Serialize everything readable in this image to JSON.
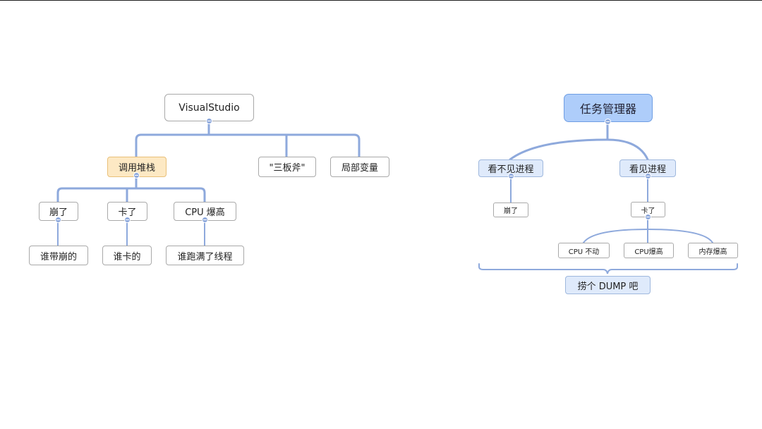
{
  "left_map": {
    "root": "VisualStudio",
    "call_stack": "调用堆栈",
    "three_axes": "\"三板斧\"",
    "local_vars": "局部变量",
    "crash": "崩了",
    "freeze": "卡了",
    "cpu_high": "CPU 爆高",
    "who_crashed": "谁带崩的",
    "who_froze": "谁卡的",
    "who_threads": "谁跑满了线程"
  },
  "right_map": {
    "root": "任务管理器",
    "invisible_process": "看不见进程",
    "visible_process": "看见进程",
    "crash": "崩了",
    "freeze": "卡了",
    "cpu_idle": "CPU 不动",
    "cpu_high": "CPU爆高",
    "mem_high": "内存爆高",
    "dump": "捞个 DUMP 吧"
  },
  "colors": {
    "connector": "#8ea9dc",
    "highlight_fill": "#fde9c4",
    "root_blue": "#aecdfa",
    "sub_blue": "#dfeafb"
  }
}
